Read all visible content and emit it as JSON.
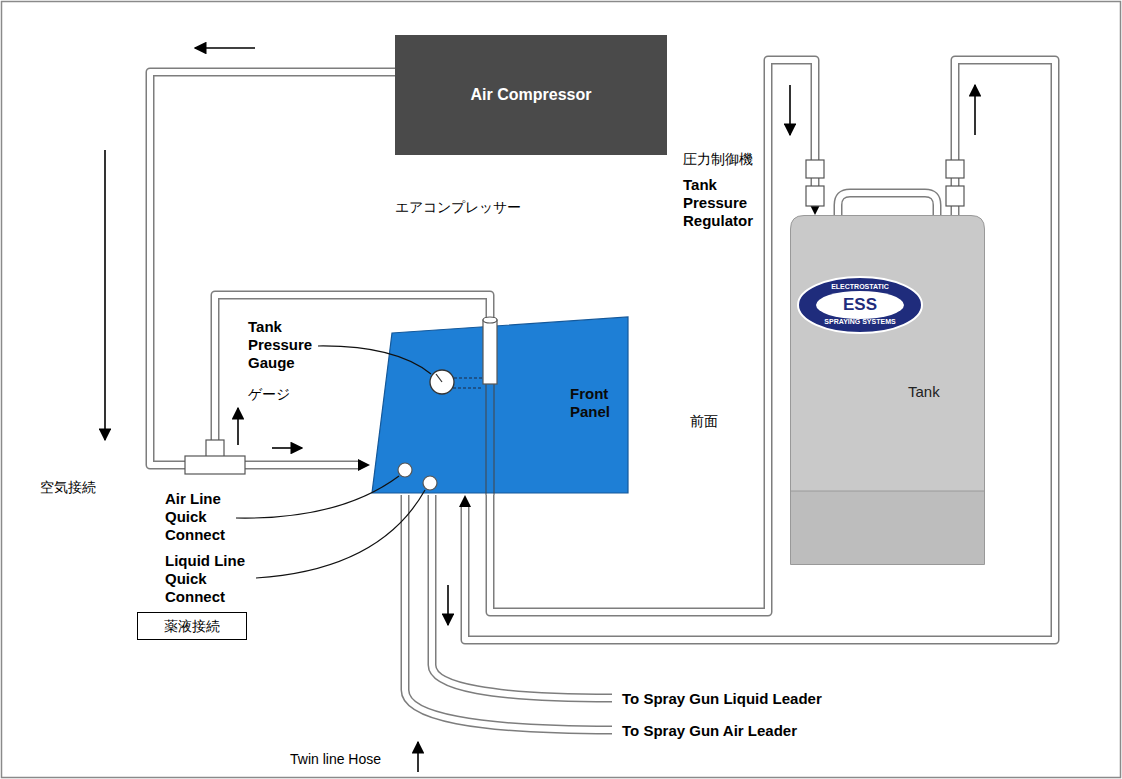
{
  "diagram": {
    "nodes": [
      {
        "text": [
          "Air Compressor"
        ]
      },
      {
        "text": [
          "Front Panel"
        ]
      },
      {
        "text": [
          "Tank"
        ]
      },
      {
        "text": [
          "薬液接続"
        ]
      }
    ],
    "edges": [
      {
        "from": 0,
        "to": 1,
        "arrow": "to"
      },
      {
        "from": 1,
        "to": 2,
        "arrow": "to"
      },
      {
        "from": 2,
        "to": 1,
        "arrow": "to"
      }
    ],
    "labels": [
      "エアコンプレッサー",
      "圧力制御機",
      "Tank Pressure Regulator",
      "Tank Pressure Gauge",
      "ゲージ",
      "前面",
      "空気接続",
      "Air Line Quick Connect",
      "Liquid Line Quick Connect",
      "To Spray Gun Liquid Leader",
      "To Spray Gun Air Leader",
      "Twin line Hose",
      "ELECTROSTATIC",
      "ESS",
      "SPRAYING SYSTEMS"
    ]
  }
}
